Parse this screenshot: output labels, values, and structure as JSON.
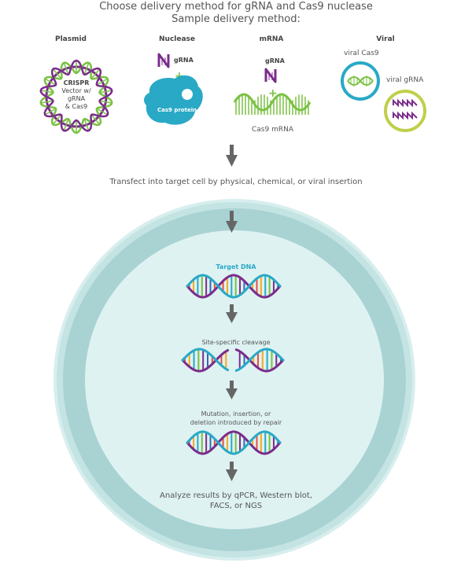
{
  "header": {
    "line1": "Choose delivery method for gRNA and Cas9 nuclease",
    "line2": "Sample delivery method:"
  },
  "methods": {
    "plasmid": {
      "heading": "Plasmid",
      "label_lines": [
        "CRISPR",
        "Vector w/",
        "gRNA",
        "& Cas9"
      ]
    },
    "nuclease": {
      "heading": "Nuclease",
      "grna_label": "gRNA",
      "protein_label": "Cas9 protein"
    },
    "mrna": {
      "heading": "mRNA",
      "grna_label": "gRNA",
      "mrna_label": "Cas9 mRNA"
    },
    "viral": {
      "heading": "Viral",
      "cas9_label": "viral Cas9",
      "grna_label": "viral gRNA"
    }
  },
  "transfect_text": "Transfect into target cell by physical, chemical, or viral insertion",
  "cell": {
    "target_dna_label": "Target DNA",
    "cleavage_label": "Site-specific cleavage",
    "repair_label_line1": "Mutation, insertion, or",
    "repair_label_line2": "deletion introduced by repair",
    "analyze_line1": "Analyze results by qPCR, Western blot,",
    "analyze_line2": "FACS, or NGS"
  },
  "colors": {
    "purple": "#7b2d8b",
    "green": "#7ac143",
    "teal": "#29a9c6",
    "outer_ring": "#a8d3d3",
    "inner_cell": "#dff2f2",
    "outer_fill": "#c4e4e3",
    "arrow": "#666666",
    "lime": "#c0cf4a"
  }
}
